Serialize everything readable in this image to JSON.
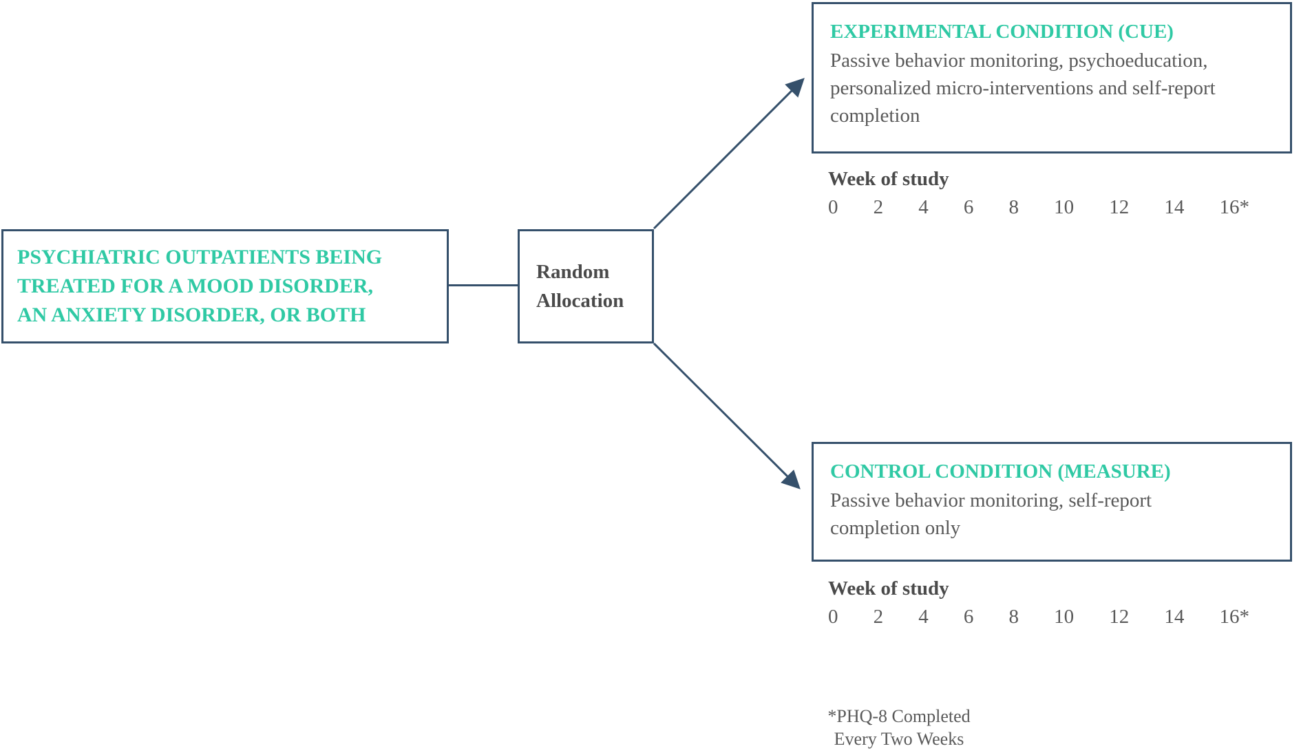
{
  "colors": {
    "accent": "#2fc9a4",
    "border": "#35506b",
    "text_gray": "#595959",
    "text_dark": "#4a4a4a"
  },
  "population_box": {
    "lines": [
      "PSYCHIATRIC OUTPATIENTS BEING",
      "TREATED FOR A MOOD DISORDER,",
      "AN ANXIETY DISORDER, OR BOTH"
    ]
  },
  "allocation_box": {
    "lines": [
      "Random",
      "Allocation"
    ]
  },
  "experimental": {
    "title": "EXPERIMENTAL CONDITION (CUE)",
    "description_lines": [
      "Passive behavior monitoring, psychoeducation,",
      "personalized micro-interventions and self-report",
      "completion"
    ],
    "week_label": "Week of study",
    "weeks": [
      "0",
      "2",
      "4",
      "6",
      "8",
      "10",
      "12",
      "14",
      "16*"
    ]
  },
  "control": {
    "title": "CONTROL CONDITION (MEASURE)",
    "description_lines": [
      "Passive behavior monitoring, self-report",
      "completion only"
    ],
    "week_label": "Week of study",
    "weeks": [
      "0",
      "2",
      "4",
      "6",
      "8",
      "10",
      "12",
      "14",
      "16*"
    ]
  },
  "footnote": {
    "lines": [
      "*PHQ-8 Completed",
      "Every Two Weeks"
    ]
  }
}
